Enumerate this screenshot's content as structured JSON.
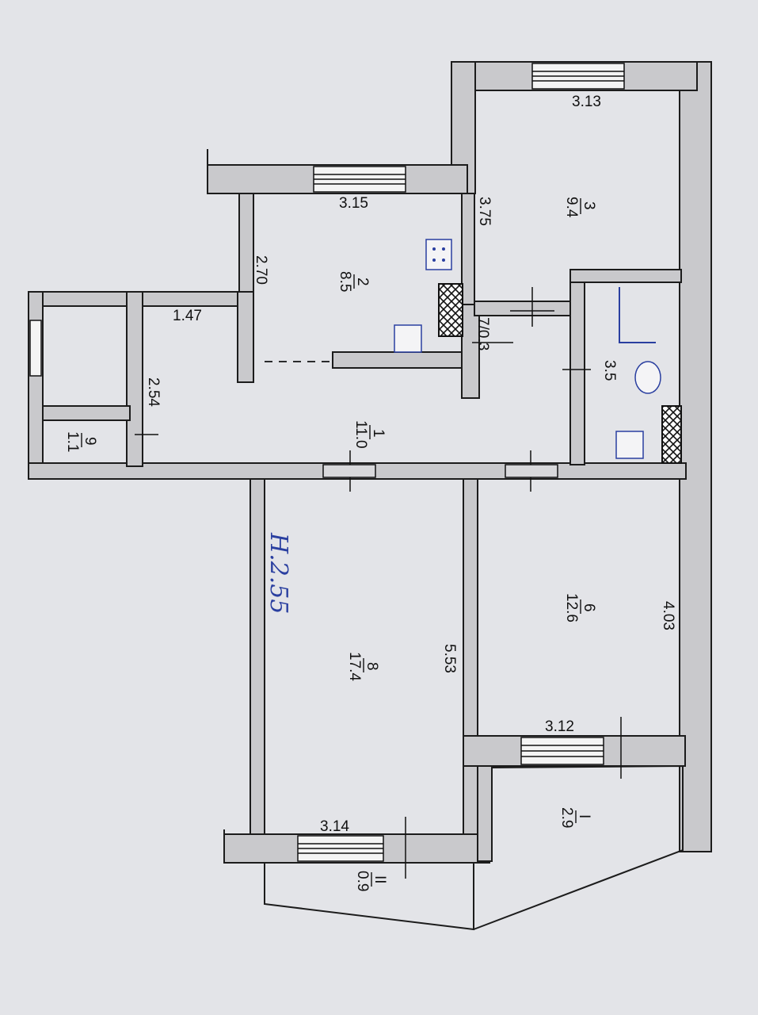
{
  "plan": {
    "rooms": [
      {
        "id": "1",
        "area": "11.0"
      },
      {
        "id": "2",
        "area": "8.5"
      },
      {
        "id": "3",
        "area": "9.4"
      },
      {
        "id": "6",
        "area": "12.6"
      },
      {
        "id": "7",
        "area": "0.3"
      },
      {
        "id": "8",
        "area": "17.4"
      },
      {
        "id": "9",
        "area": "1.1"
      },
      {
        "id": "",
        "area": "3.5"
      },
      {
        "id": "I",
        "area": "2.9"
      },
      {
        "id": "II",
        "area": "0.9"
      }
    ],
    "dimensions": [
      "3.13",
      "3.75",
      "3.15",
      "2.70",
      "1.47",
      "2.54",
      "4.03",
      "5.53",
      "3.12",
      "3.14"
    ],
    "room7_label": "7/0.3",
    "handwritten_note": "Н.2.55"
  }
}
